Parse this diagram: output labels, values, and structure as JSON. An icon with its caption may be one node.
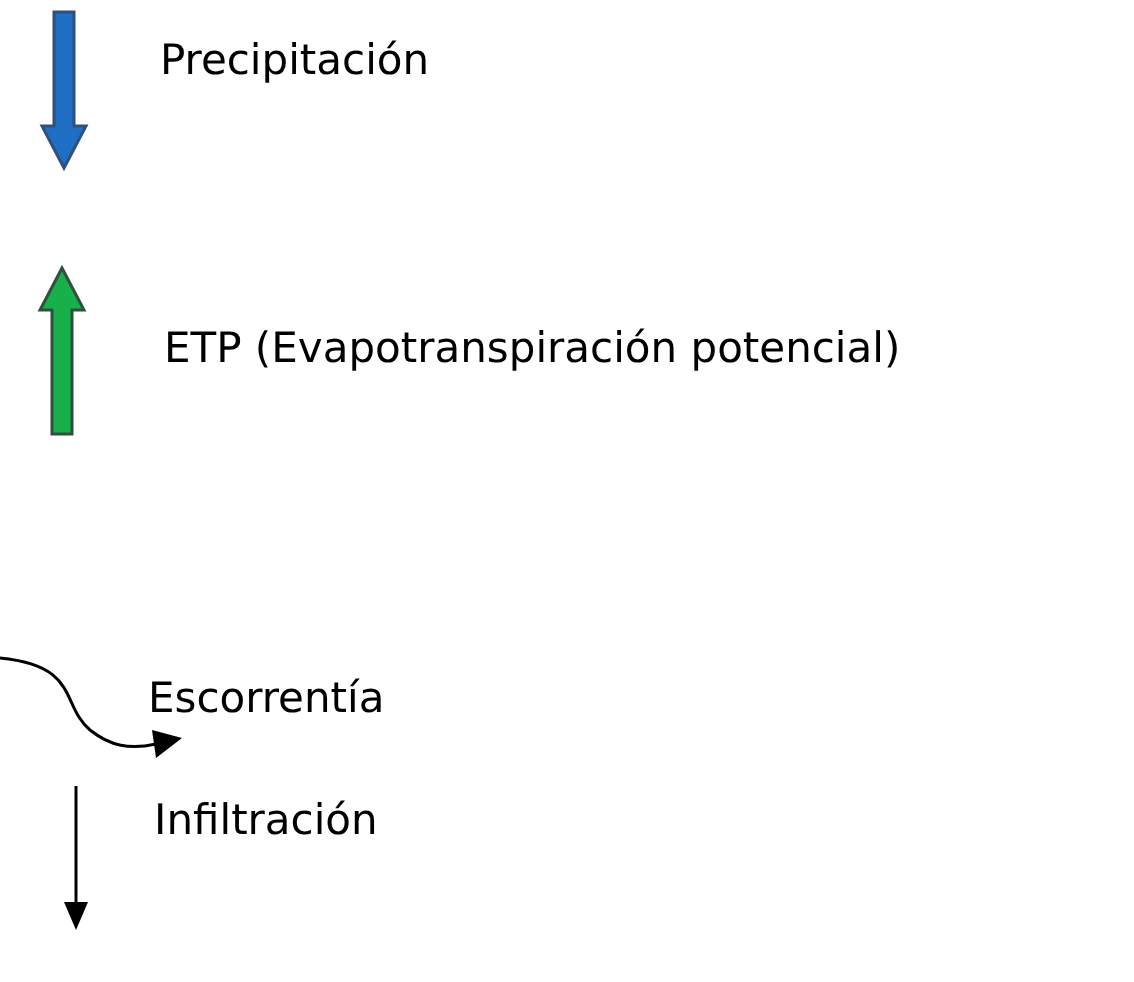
{
  "diagram": {
    "legend": [
      {
        "text": "Precipitación"
      },
      {
        "text": "ETP (Evapotranspiración potencial)"
      },
      {
        "text": "Escorrentía"
      },
      {
        "text": "Infiltración"
      }
    ]
  }
}
